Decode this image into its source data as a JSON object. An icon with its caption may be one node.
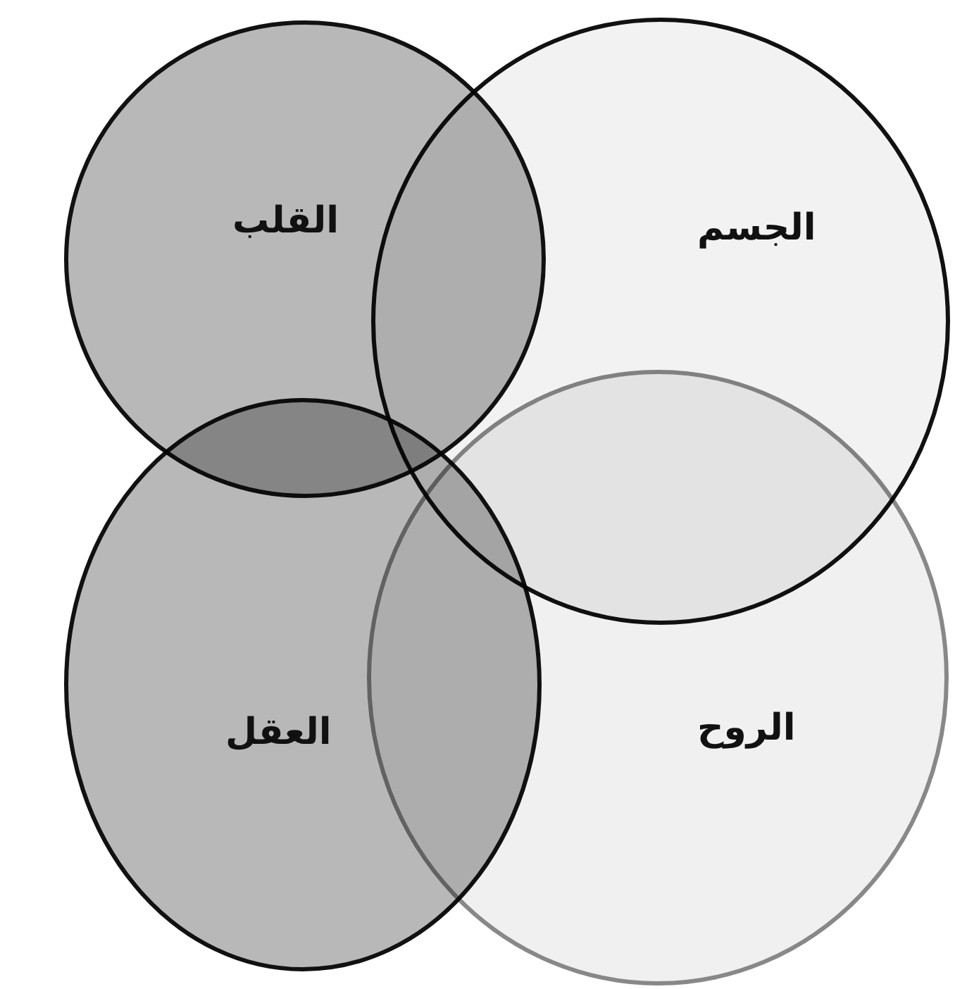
{
  "diagram": {
    "nodes": [
      {
        "text": [
          "الجسم"
        ]
      },
      {
        "text": [
          "القلب"
        ]
      },
      {
        "text": [
          "الروح"
        ]
      },
      {
        "text": [
          "العقل"
        ]
      }
    ]
  }
}
